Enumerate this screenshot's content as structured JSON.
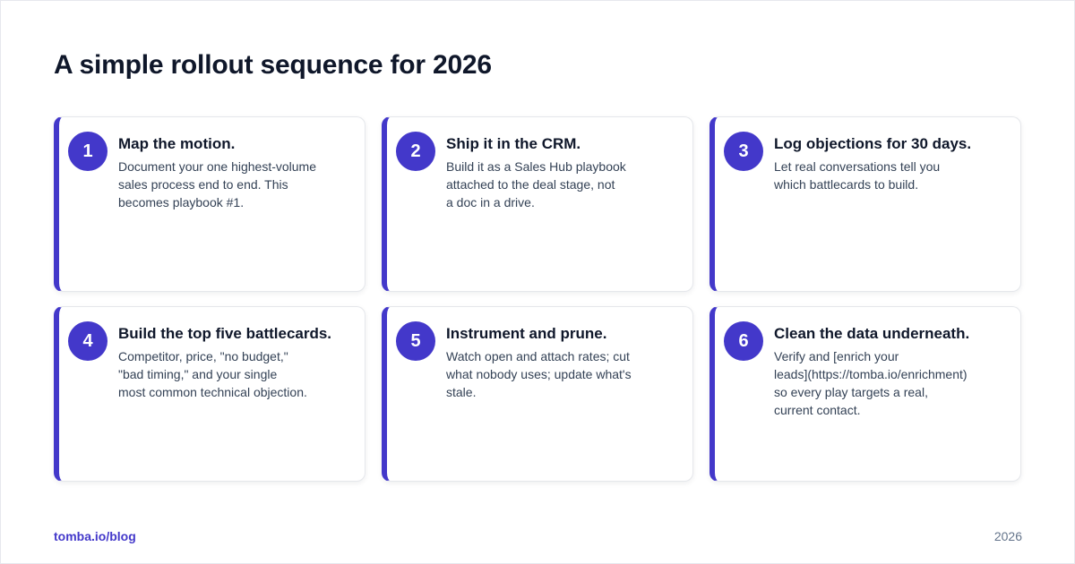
{
  "title": "A simple rollout sequence for 2026",
  "steps": [
    {
      "number": "1",
      "title": "Map the motion.",
      "body": "Document your one highest-volume\nsales process end to end. This\nbecomes playbook #1."
    },
    {
      "number": "2",
      "title": "Ship it in the CRM.",
      "body": "Build it as a Sales Hub playbook\nattached to the deal stage, not\na doc in a drive."
    },
    {
      "number": "3",
      "title": "Log objections for 30 days.",
      "body": "Let real conversations tell you\nwhich battlecards to build."
    },
    {
      "number": "4",
      "title": "Build the top five battlecards.",
      "body": "Competitor, price, \"no budget,\"\n\"bad timing,\" and your single\nmost common technical objection."
    },
    {
      "number": "5",
      "title": "Instrument and prune.",
      "body": "Watch open and attach rates; cut\nwhat nobody uses; update what's\nstale."
    },
    {
      "number": "6",
      "title": "Clean the data underneath.",
      "body": "Verify and [enrich your\nleads](https://tomba.io/enrichment)\nso every play targets a real,\ncurrent contact."
    }
  ],
  "footer": {
    "brand": "tomba.io/blog",
    "year": "2026"
  },
  "colors": {
    "accent": "#4338ca",
    "heading": "#0f172a",
    "body_text": "#334155",
    "muted": "#64748b"
  }
}
